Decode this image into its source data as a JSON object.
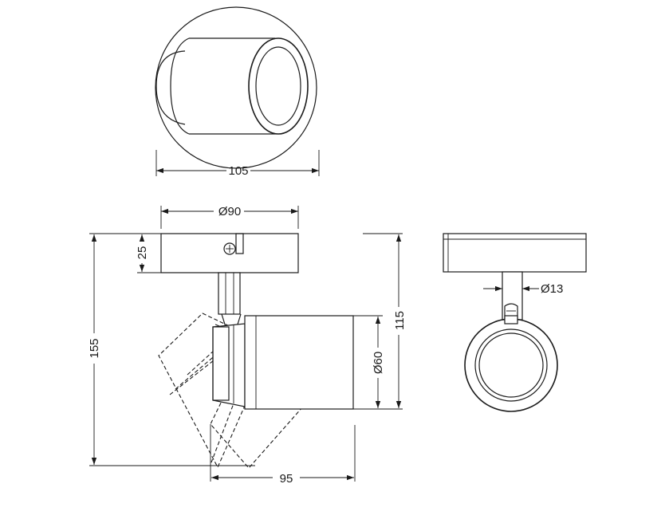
{
  "dimensions": {
    "top_width": "105",
    "base_diameter": "Ø90",
    "base_height": "25",
    "overall_height": "155",
    "arm_height": "115",
    "head_diameter": "Ø60",
    "depth": "95",
    "arm_diameter": "Ø13"
  }
}
